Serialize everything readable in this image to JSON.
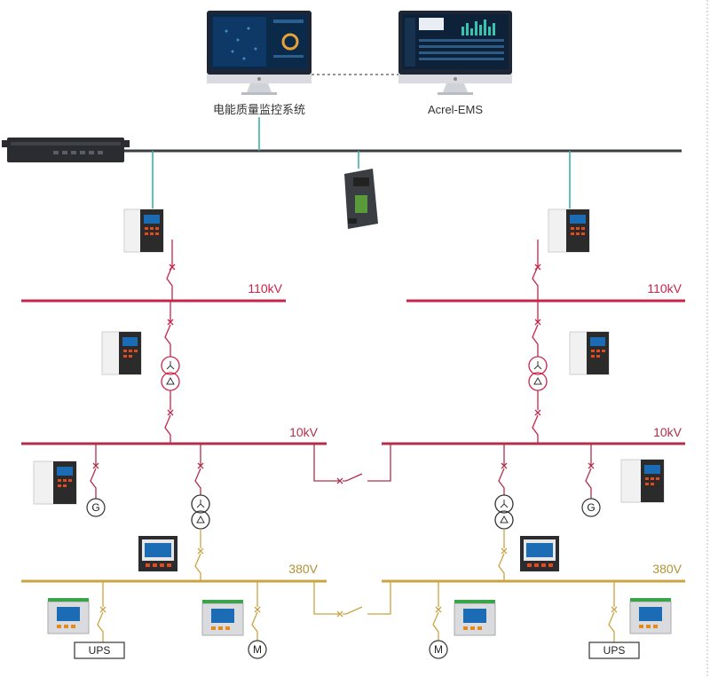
{
  "monitors": [
    {
      "label": "电能质量监控系统"
    },
    {
      "label": "Acrel-EMS"
    }
  ],
  "buses": {
    "left_110": "110kV",
    "right_110": "110kV",
    "left_10": "10kV",
    "right_10": "10kV",
    "left_380": "380V",
    "right_380": "380V"
  },
  "symbols": {
    "generator": "G",
    "motor": "M",
    "ups": "UPS"
  },
  "colors": {
    "network": "#3a3d42",
    "comm": "#3ab3a8",
    "hv": "#c8244a",
    "mv": "#b0304b",
    "lv": "#c9a441"
  }
}
